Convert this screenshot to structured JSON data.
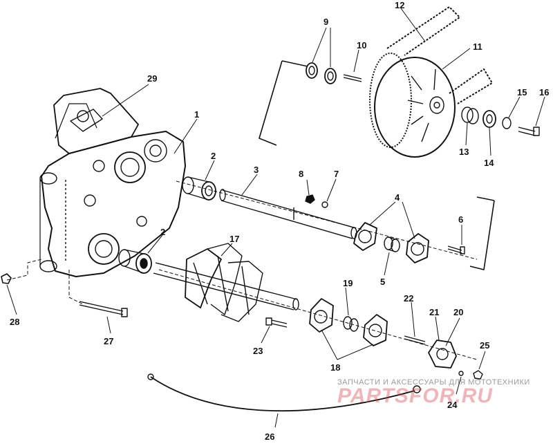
{
  "callouts": {
    "c1": "1",
    "c2a": "2",
    "c2b": "2",
    "c3": "3",
    "c4": "4",
    "c5": "5",
    "c6": "6",
    "c7": "7",
    "c8": "8",
    "c9": "9",
    "c10": "10",
    "c11": "11",
    "c12": "12",
    "c13": "13",
    "c14": "14",
    "c15": "15",
    "c16": "16",
    "c17": "17",
    "c18": "18",
    "c19": "19",
    "c20": "20",
    "c21": "21",
    "c22": "22",
    "c23": "23",
    "c24": "24",
    "c25": "25",
    "c26": "26",
    "c27": "27",
    "c28": "28",
    "c29": "29"
  },
  "watermark": {
    "tagline": "ЗАПЧАСТИ И АКСЕССУАРЫ ДЛЯ МОТОТЕХНИКИ",
    "brand": "PARTSFOR.RU"
  },
  "colors": {
    "ink": "#111111",
    "watermark_red": "#d63c46",
    "watermark_gray": "#9a9a9a"
  }
}
